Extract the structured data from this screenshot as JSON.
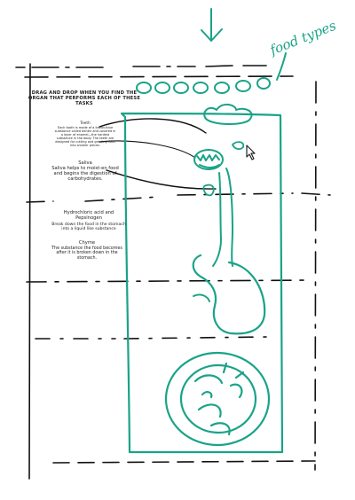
{
  "instruction": "DRAG AND DROP WHEN YOU FIND THE ORGAN THAT PERFORMS EACH OF THESE TASKS",
  "food_label": "food types",
  "tasks": [
    {
      "id": "teeth",
      "title": "Teeth",
      "body": "Each tooth is made of a brown/blue substance called dentin and covered in a layer of enamel—the hardest substance in the body. The teeth are designed for cutting and grinding food into smaller pieces."
    },
    {
      "id": "saliva",
      "title": "Saliva",
      "body": "Saliva helps to moist-en food and begins the digestion of carbohydrates."
    },
    {
      "id": "acid",
      "title": "Hydrochloric acid and Pepsinogen",
      "body": "Break down the food in the stomach into a liquid like substance"
    },
    {
      "id": "chyme",
      "title": "Chyme",
      "body": "The substance the food becomes after it is broken down in the stomach."
    }
  ],
  "colors": {
    "ink": "#1aa388",
    "pencil": "#222222"
  },
  "icons": [
    "down-arrow-icon",
    "mouse-cursor-icon",
    "food-circle-icon"
  ]
}
